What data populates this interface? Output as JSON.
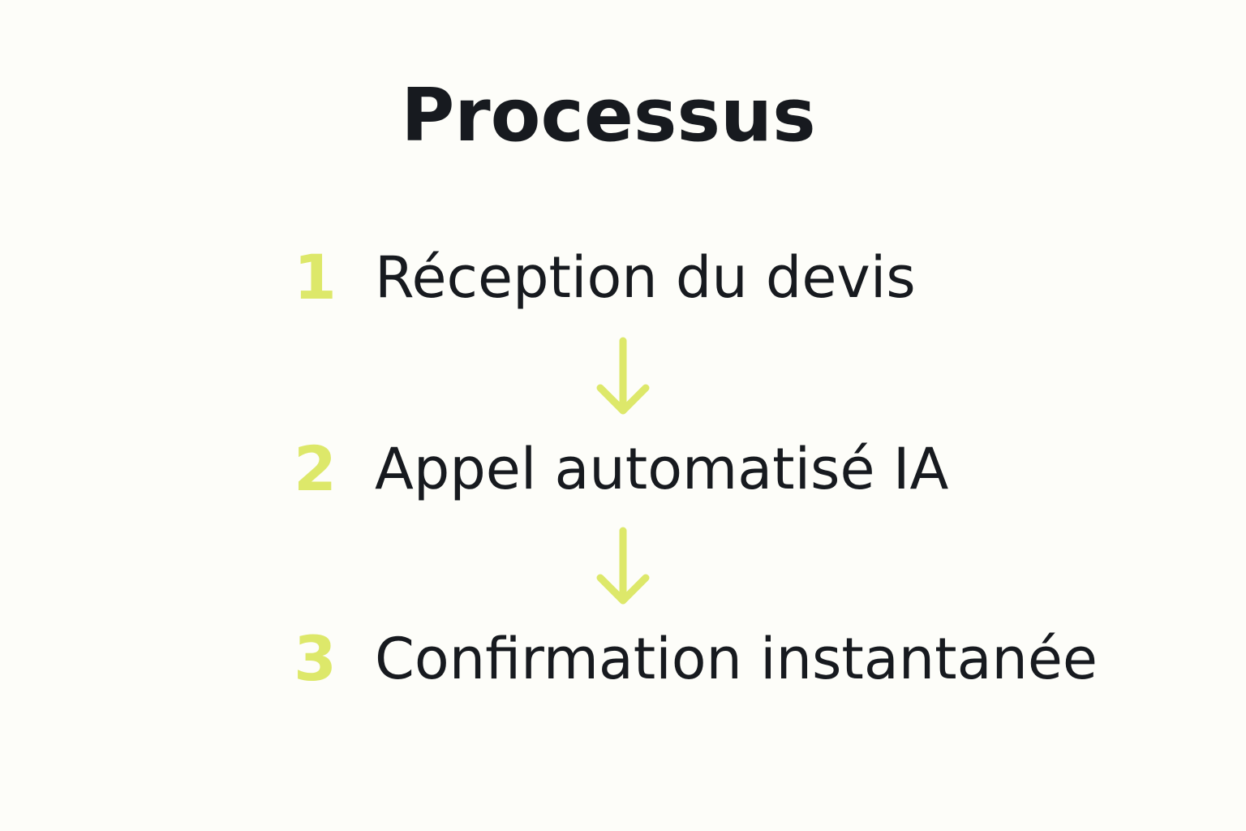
{
  "title": "Processus",
  "accent_color": "#dde86a",
  "text_color": "#171a1f",
  "background_color": "#fdfdf9",
  "steps": [
    {
      "number": "1",
      "label": "Réception du devis"
    },
    {
      "number": "2",
      "label": "Appel automatisé IA"
    },
    {
      "number": "3",
      "label": "Confirmation instantanée"
    }
  ],
  "connector_icon": "arrow-down-icon"
}
